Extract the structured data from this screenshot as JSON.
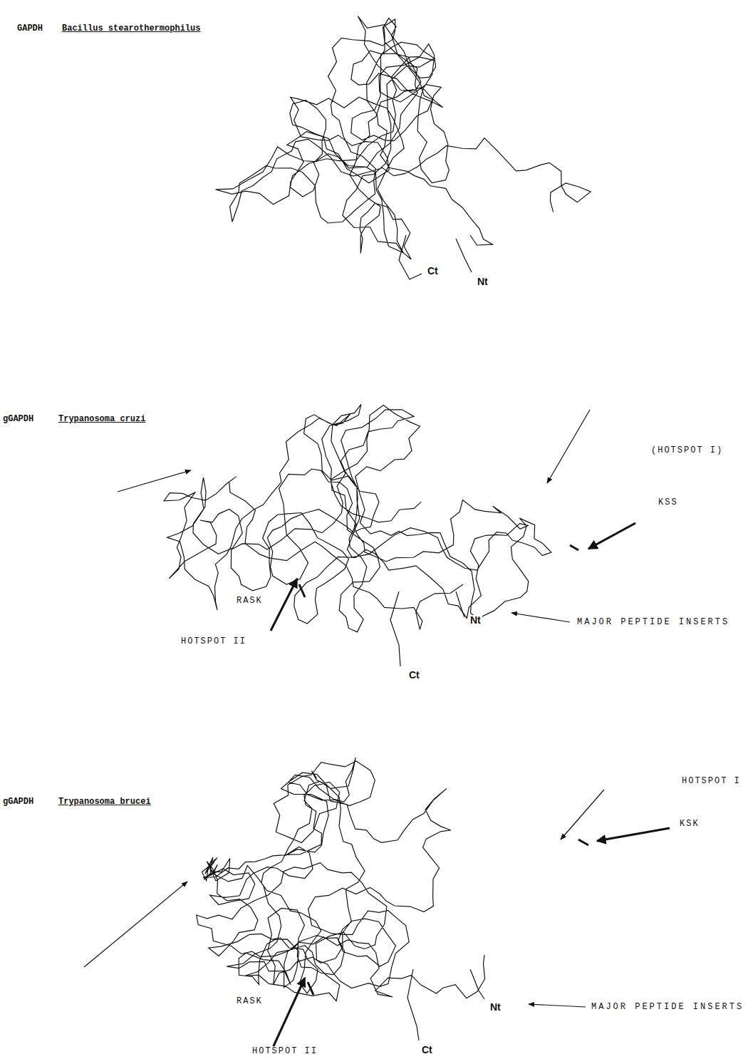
{
  "diagram": {
    "labels": [
      "GAPDH",
      "Bacillus stearothermophilus",
      "Ct",
      "Nt",
      "gGAPDH",
      "Trypanosoma cruzi",
      "(HOTSPOT I)",
      "KSS",
      "RASK",
      "HOTSPOT II",
      "MAJOR PEPTIDE INSERTS",
      "Nt",
      "Ct",
      "gGAPDH",
      "Trypanosoma brucei",
      "HOTSPOT I",
      "KSK",
      "RASK",
      "HOTSPOT II",
      "MAJOR PEPTIDE INSERTS",
      "Nt",
      "Ct"
    ]
  }
}
